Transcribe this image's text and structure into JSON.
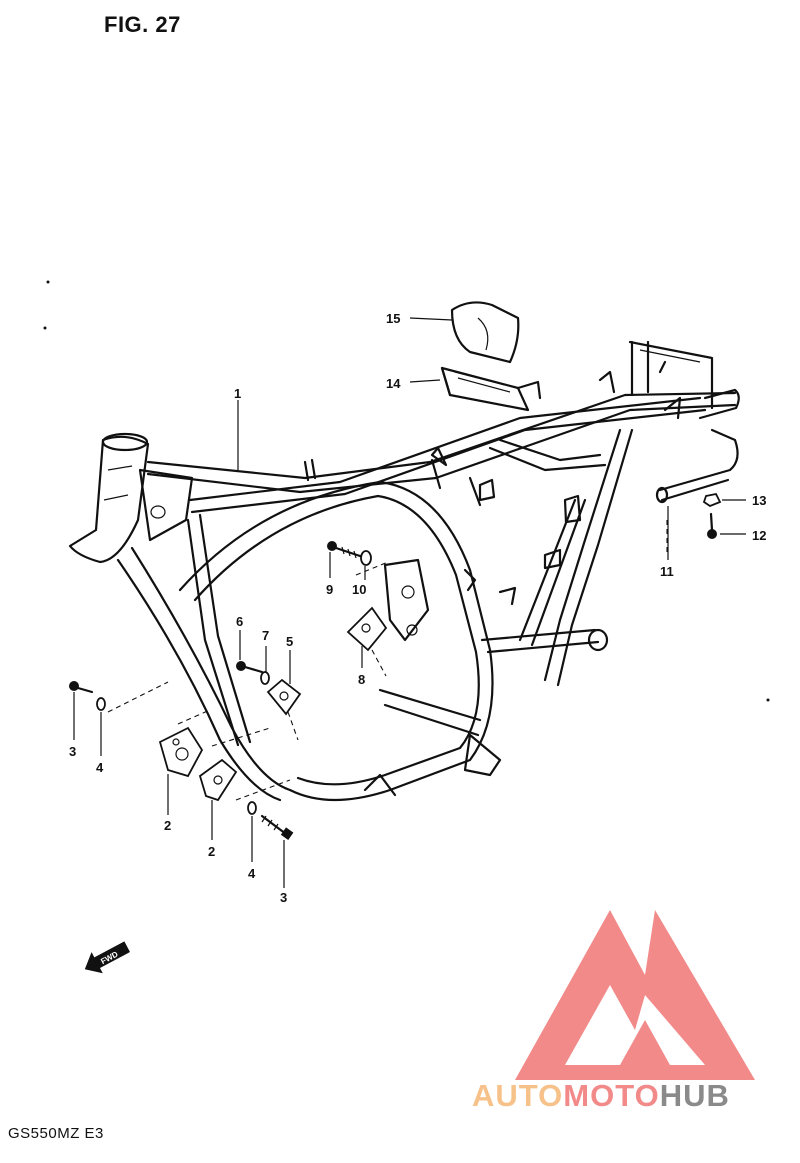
{
  "figure": {
    "title": "FIG. 27",
    "model_code": "GS550MZ  E3"
  },
  "fwd_arrow": {
    "label": "FWD",
    "icon": "forward-arrow-icon"
  },
  "callouts": [
    {
      "id": "c1",
      "number": "1"
    },
    {
      "id": "c2a",
      "number": "2"
    },
    {
      "id": "c2b",
      "number": "2"
    },
    {
      "id": "c3a",
      "number": "3"
    },
    {
      "id": "c3b",
      "number": "3"
    },
    {
      "id": "c4a",
      "number": "4"
    },
    {
      "id": "c4b",
      "number": "4"
    },
    {
      "id": "c5",
      "number": "5"
    },
    {
      "id": "c6",
      "number": "6"
    },
    {
      "id": "c7",
      "number": "7"
    },
    {
      "id": "c8",
      "number": "8"
    },
    {
      "id": "c9",
      "number": "9"
    },
    {
      "id": "c10",
      "number": "10"
    },
    {
      "id": "c11",
      "number": "11"
    },
    {
      "id": "c12",
      "number": "12"
    },
    {
      "id": "c13",
      "number": "13"
    },
    {
      "id": "c14",
      "number": "14"
    },
    {
      "id": "c15",
      "number": "15"
    }
  ],
  "watermark": {
    "brand_parts": [
      "AUTO",
      "MOTO",
      "HUB"
    ],
    "colors": {
      "auto": "#f7c28a",
      "moto": "#f28a8a",
      "hub": "#8a8a8a",
      "logo": "#f28a8a"
    }
  },
  "colors": {
    "ink": "#111111",
    "paper": "#ffffff"
  }
}
